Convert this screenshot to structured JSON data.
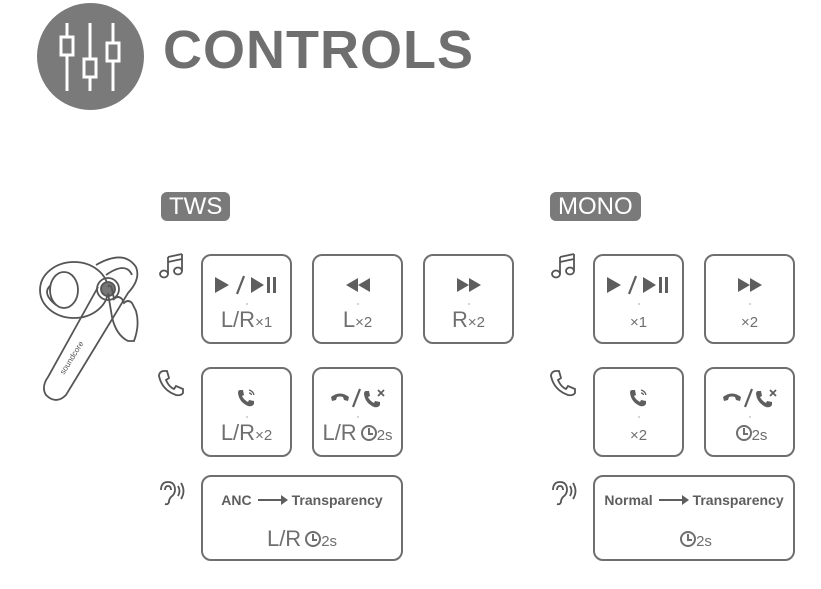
{
  "header": {
    "title": "CONTROLS",
    "icon": "sliders-icon"
  },
  "colors": {
    "primary_gray": "#7a7a7a",
    "text_gray": "#6f6f6f",
    "background": "#ffffff"
  },
  "sections": {
    "tws": {
      "label": "TWS",
      "music": [
        {
          "icon": "play-pause-icon",
          "gesture": "L/R",
          "count": "×1"
        },
        {
          "icon": "rewind-icon",
          "gesture": "L",
          "count": "×2"
        },
        {
          "icon": "fast-forward-icon",
          "gesture": "R",
          "count": "×2"
        }
      ],
      "call": [
        {
          "icon": "answer-call-icon",
          "gesture": "L/R",
          "count": "×2"
        },
        {
          "icon": "end-reject-call-icon",
          "gesture": "L/R",
          "count": "2s"
        }
      ],
      "noise": {
        "from": "ANC",
        "to": "Transparency",
        "gesture": "L/R",
        "count": "2s"
      }
    },
    "mono": {
      "label": "MONO",
      "music": [
        {
          "icon": "play-pause-icon",
          "count": "×1"
        },
        {
          "icon": "fast-forward-icon",
          "count": "×2"
        }
      ],
      "call": [
        {
          "icon": "answer-call-icon",
          "count": "×2"
        },
        {
          "icon": "end-reject-call-icon",
          "count": "2s"
        }
      ],
      "noise": {
        "from": "Normal",
        "to": "Transparency",
        "count": "2s"
      }
    }
  },
  "earbud": {
    "brand": "soundcore"
  }
}
